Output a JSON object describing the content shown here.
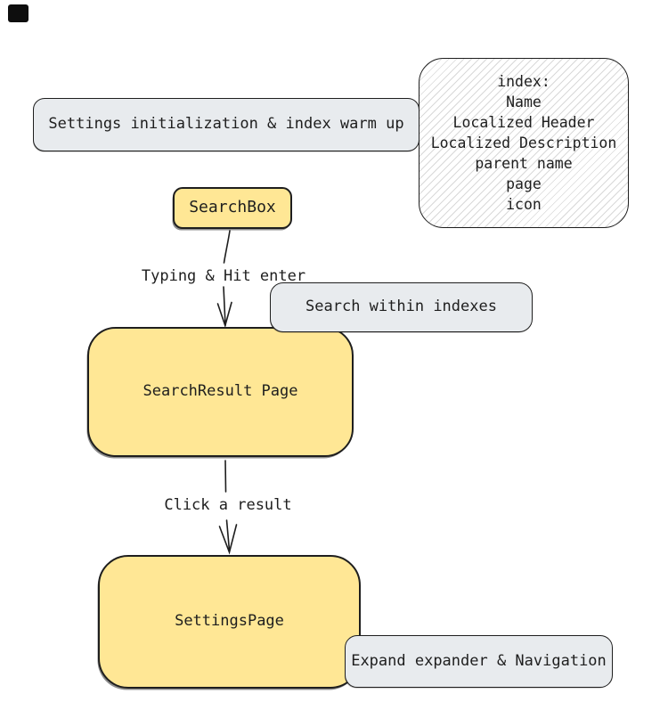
{
  "diagram": {
    "background_color": "#ffffff",
    "stroke_color": "#1e1e1e",
    "yellow_fill": "#ffe795",
    "grey_fill": "#e8ebee",
    "hatch_line_color": "#d9d9d9",
    "nodes": {
      "settings_init": "Settings initialization & index warm up",
      "search_box": "SearchBox",
      "search_within": "Search within indexes",
      "search_result": "SearchResult Page",
      "settings_page": "SettingsPage",
      "expand_nav": "Expand expander & Navigation",
      "index_note": {
        "lines": [
          "index:",
          "Name",
          "Localized Header",
          "Localized Description",
          "parent name",
          "page",
          "icon"
        ]
      }
    },
    "edges": {
      "typing": "Typing & Hit enter",
      "click": "Click a result"
    }
  }
}
